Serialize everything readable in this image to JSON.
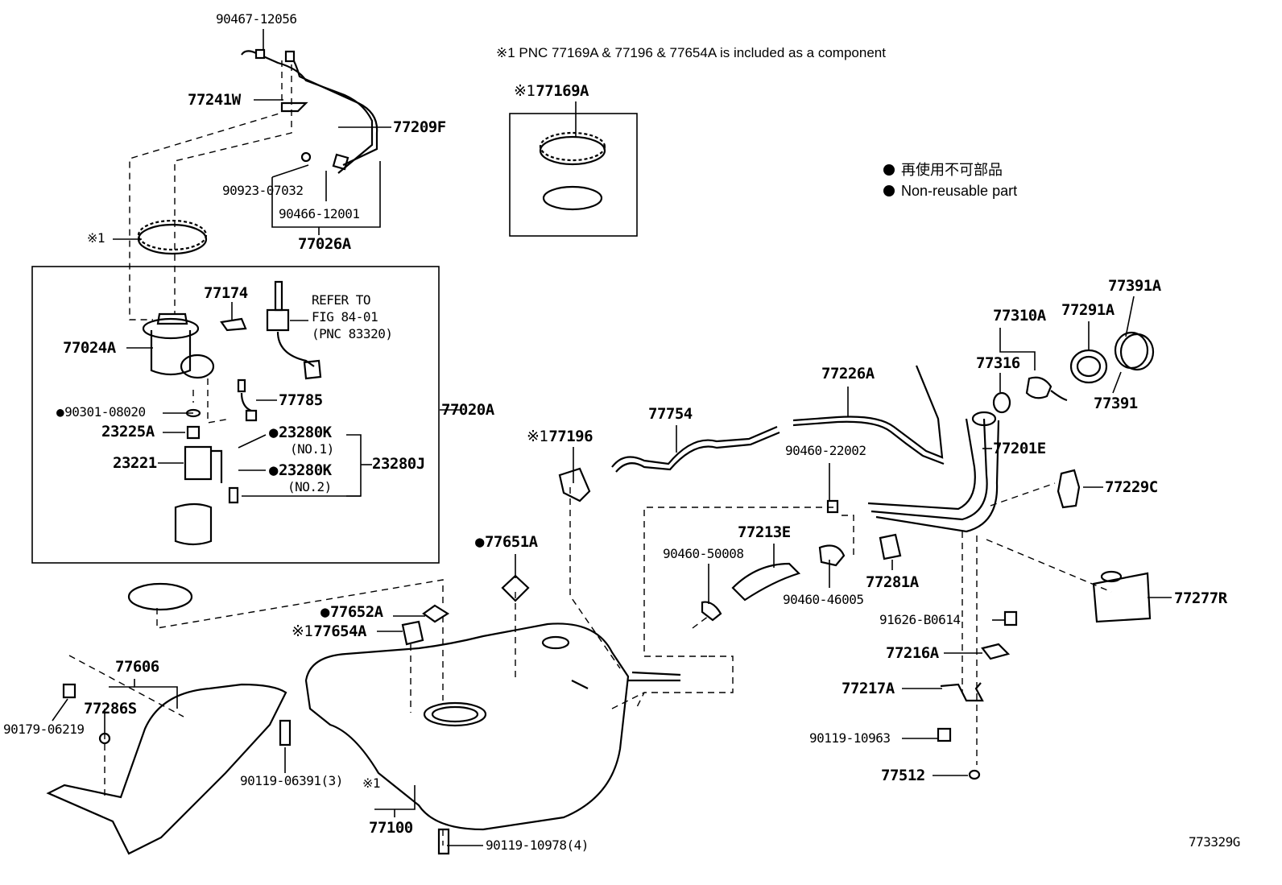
{
  "note": "※1 PNC 77169A & 77196 & 77654A is included as a component",
  "legend": {
    "jp": "再使用不可部品",
    "en": "Non-reusable part"
  },
  "figure_id": "773329G",
  "labels": {
    "p90467_12056": "90467-12056",
    "p77241W": "77241W",
    "p77209F": "77209F",
    "p90923_07032": "90923-07032",
    "p90466_12001": "90466-12001",
    "p77026A": "77026A",
    "p77169A": "77169A",
    "ref1": "※1",
    "p77174": "77174",
    "refer1": "REFER TO",
    "refer2": "FIG 84-01",
    "refer3": "(PNC 83320)",
    "p77024A": "77024A",
    "p77785": "77785",
    "p90301_08020": "90301-08020",
    "p77020A": "77020A",
    "p23225A": "23225A",
    "p23280K_1": "23280K",
    "no1": "(NO.1)",
    "p23221": "23221",
    "p23280K_2": "23280K",
    "no2": "(NO.2)",
    "p23280J": "23280J",
    "p77196": "77196",
    "p77754": "77754",
    "p77226A": "77226A",
    "p77310A": "77310A",
    "p77291A": "77291A",
    "p77391A": "77391A",
    "p77316": "77316",
    "p77391": "77391",
    "p77201E": "77201E",
    "p90460_22002": "90460-22002",
    "p77229C": "77229C",
    "p77213E": "77213E",
    "p90460_50008": "90460-50008",
    "p77281A": "77281A",
    "p90460_46005": "90460-46005",
    "p77277R": "77277R",
    "p77651A": "77651A",
    "p77652A": "77652A",
    "p77654A": "77654A",
    "p91626_B0614": "91626-B0614",
    "p77216A": "77216A",
    "p77606": "77606",
    "p77286S": "77286S",
    "p90179_06219": "90179-06219",
    "p90119_06391": "90119-06391(3)",
    "p77217A": "77217A",
    "p90119_10963": "90119-10963",
    "p77512": "77512",
    "p77100": "77100",
    "p90119_10978": "90119-10978(4)"
  }
}
